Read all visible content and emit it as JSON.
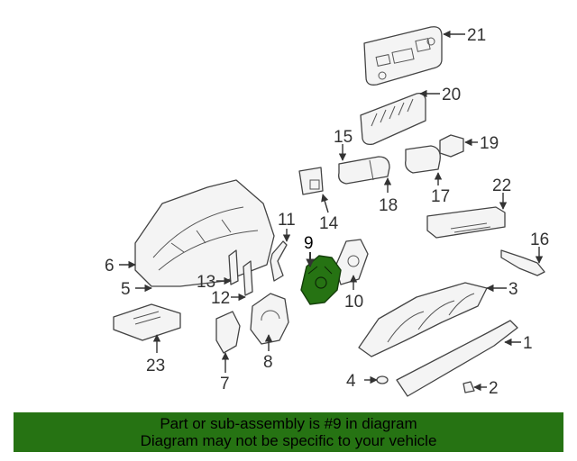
{
  "callouts": [
    "1",
    "2",
    "3",
    "4",
    "5",
    "6",
    "7",
    "8",
    "9",
    "10",
    "11",
    "12",
    "13",
    "14",
    "15",
    "16",
    "17",
    "18",
    "19",
    "20",
    "21",
    "22",
    "23"
  ],
  "highlight_color": "#267313",
  "banner": {
    "line1": "Part or sub-assembly is #9 in diagram",
    "line2": "Diagram may not be specific to your vehicle"
  }
}
